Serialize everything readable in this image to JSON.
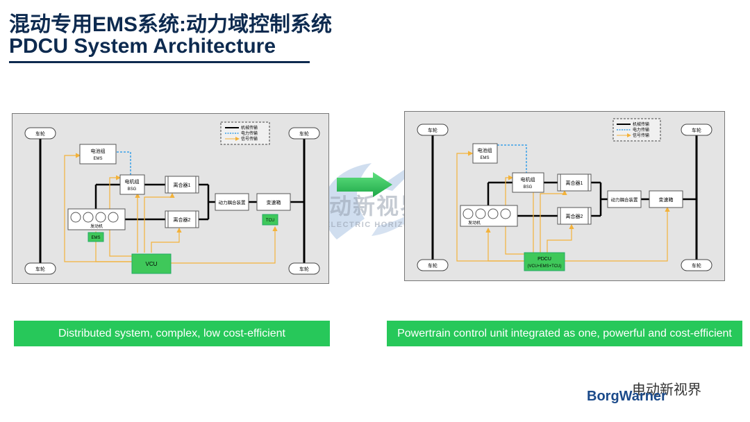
{
  "header": {
    "title_cn": "混动专用EMS系统:动力域控制系统",
    "title_en": "PDCU System Architecture"
  },
  "colors": {
    "mechanical": "#000000",
    "electrical": "#3aa0e8",
    "signal": "#f3b23a",
    "controller_fill": "#3fc85a",
    "caption_bg": "#27c85a",
    "title": "#0d2a4f"
  },
  "legend": {
    "mechanical": "机械传输",
    "electrical": "电力传输",
    "signal": "信号传输"
  },
  "left_diagram": {
    "wheel_tl": "车轮",
    "wheel_tr": "车轮",
    "wheel_bl": "车轮",
    "wheel_br": "车轮",
    "battery_l1": "电池组",
    "battery_l2": "EMS",
    "motor_l1": "电机组",
    "motor_l2": "BSG",
    "clutch1": "离合器1",
    "clutch2": "离合器2",
    "coupler": "动力耦合装置",
    "gearbox": "变速箱",
    "tcu": "TCU",
    "engine": "发动机",
    "ems": "EMS",
    "vcu": "VCU"
  },
  "right_diagram": {
    "wheel_tl": "车轮",
    "wheel_tr": "车轮",
    "wheel_bl": "车轮",
    "wheel_br": "车轮",
    "battery_l1": "电池组",
    "battery_l2": "EMS",
    "motor_l1": "电机组",
    "motor_l2": "BSG",
    "clutch1": "离合器1",
    "clutch2": "离合器2",
    "coupler": "动力耦合装置",
    "gearbox": "变速箱",
    "engine": "发动机",
    "pdcu_l1": "PDCU",
    "pdcu_l2": "(VCU+EMS+TCU)"
  },
  "captions": {
    "left": "Distributed system, complex, low cost-efficient",
    "right": "Powertrain control unit integrated as one, powerful and cost-efficient"
  },
  "watermark": {
    "cn": "电动新视界",
    "en": "NEW ELECTRIC HORIZON"
  },
  "footer": {
    "brand_cn": "电动新视界",
    "logo": "BorgWarner"
  }
}
